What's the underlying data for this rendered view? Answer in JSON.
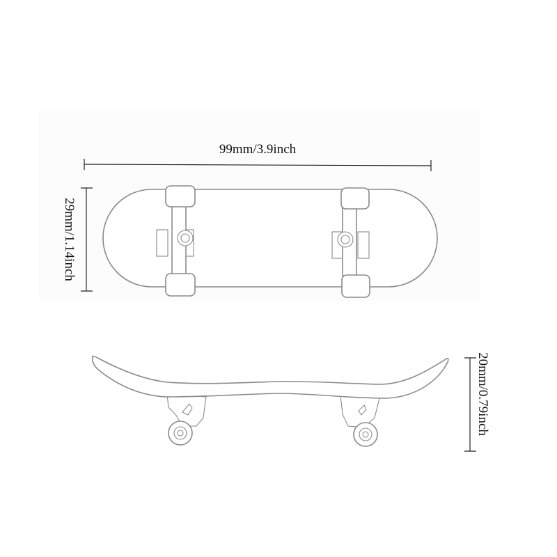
{
  "dimensions": {
    "length_label": "99mm/3.9inch",
    "width_label": "29mm/1.14inch",
    "height_label": "20mm/0.79inch"
  },
  "colors": {
    "outline": "#8a8a8a",
    "dimension_line": "#222222",
    "text": "#111111"
  }
}
